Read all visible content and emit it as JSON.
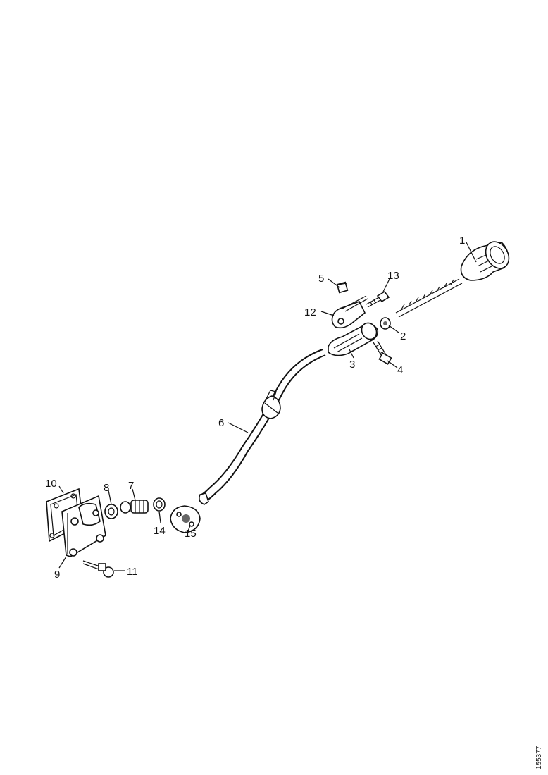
{
  "callouts": {
    "c1": "1",
    "c2": "2",
    "c3": "3",
    "c4": "4",
    "c5": "5",
    "c6": "6",
    "c7": "7",
    "c8": "8",
    "c9": "9",
    "c10": "10",
    "c11": "11",
    "c12": "12",
    "c13": "13",
    "c14": "14",
    "c15": "15"
  },
  "reference_number": "155377"
}
